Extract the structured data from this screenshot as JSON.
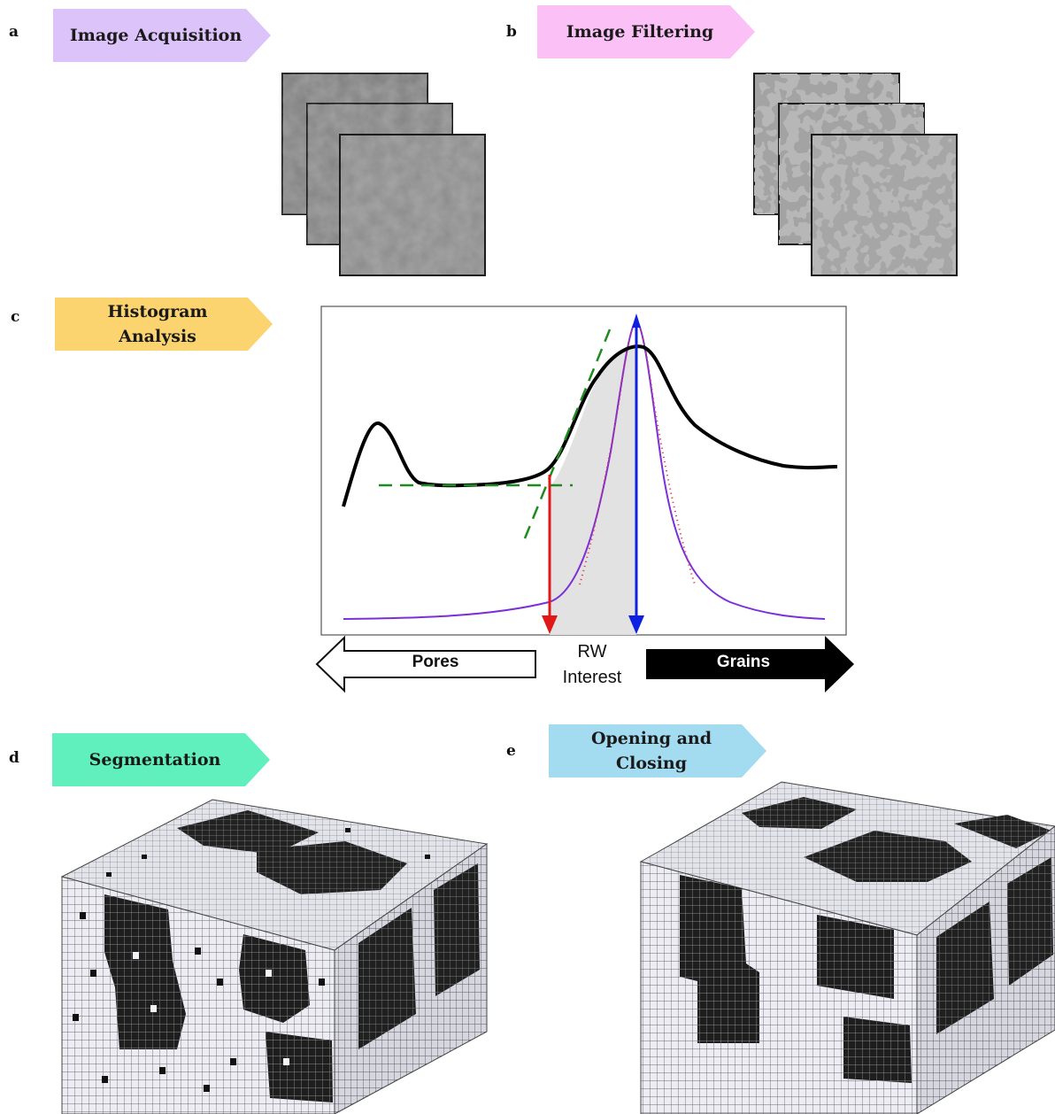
{
  "panels": {
    "a": {
      "letter": "a",
      "title": "Image Acquisition",
      "color": "#dcc3fa"
    },
    "b": {
      "letter": "b",
      "title": "Image Filtering",
      "color": "#fbc0f5"
    },
    "c": {
      "letter": "c",
      "title_line1": "Histogram",
      "title_line2": "Analysis",
      "color": "#fbd36f"
    },
    "d": {
      "letter": "d",
      "title": "Segmentation",
      "color": "#5ff0bd"
    },
    "e": {
      "letter": "e",
      "title_line1": "Opening and",
      "title_line2": "Closing",
      "color": "#a3dbf0"
    }
  },
  "histogram": {
    "pores_label": "Pores",
    "grains_label": "Grains",
    "rw_line1": "RW",
    "rw_line2": "Interest",
    "curve_color": "#000000",
    "gaussian_color": "#7b2fd8",
    "gaussian_point_color": "#e23a4a",
    "tangent_color": "#1f8a1f",
    "threshold_arrow_color": "#e01818",
    "peak_arrow_color": "#1020e0",
    "shade_color": "#e2e2e2"
  },
  "colors": {
    "raw_slice": "#8a8a8a",
    "filtered_slice": "#8c8c8c",
    "voxel_pore": "#2a2a2a",
    "voxel_grain": "#e6e6ee"
  }
}
